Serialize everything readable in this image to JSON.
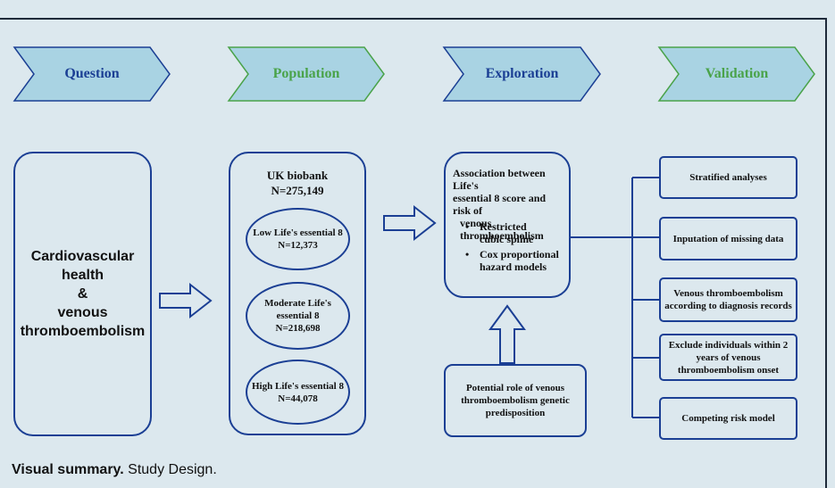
{
  "colors": {
    "background": "#dce8ee",
    "chevron_fill": "#a9d3e3",
    "border_blue": "#1b3f94",
    "question_text": "#1b3f94",
    "population_text": "#4aa34a",
    "exploration_text": "#1b3f94",
    "validation_text": "#4aa34a"
  },
  "header": {
    "question": "Question",
    "population": "Population",
    "exploration": "Exploration",
    "validation": "Validation"
  },
  "question_box": {
    "line1": "Cardiovascular",
    "line2": "health",
    "line3": "&",
    "line4": "venous",
    "line5": "thromboembolism"
  },
  "population": {
    "title": "UK biobank",
    "count": "N=275,149",
    "groups": [
      {
        "label": "Low Life's essential 8",
        "n": "N=12,373"
      },
      {
        "label1": "Moderate Life's",
        "label2": "essential 8",
        "n": "N=218,698"
      },
      {
        "label": "High Life's essential 8",
        "n": "N=44,078"
      }
    ]
  },
  "exploration": {
    "line1": "Association between Life's",
    "line2": "essential 8 score and risk of",
    "line3": "venous thromboembolism",
    "bullets": [
      {
        "line1": "Restricted",
        "line2": "cubic spline"
      },
      {
        "line1": "Cox proportional",
        "line2": "hazard models"
      }
    ],
    "genetic": {
      "line1": "Potential role of venous",
      "line2": "thromboembolism genetic",
      "line3": "predisposition"
    }
  },
  "validation": {
    "items": [
      {
        "line1": "Stratified analyses"
      },
      {
        "line1": "Inputation of missing data"
      },
      {
        "line1": "Venous thromboembolism",
        "line2": "according to diagnosis records"
      },
      {
        "line1": "Exclude individuals within 2",
        "line2": "years of venous",
        "line3": "thromboembolism onset"
      },
      {
        "line1": "Competing risk model"
      }
    ]
  },
  "caption": {
    "bold": "Visual summary.",
    "rest": " Study Design."
  }
}
